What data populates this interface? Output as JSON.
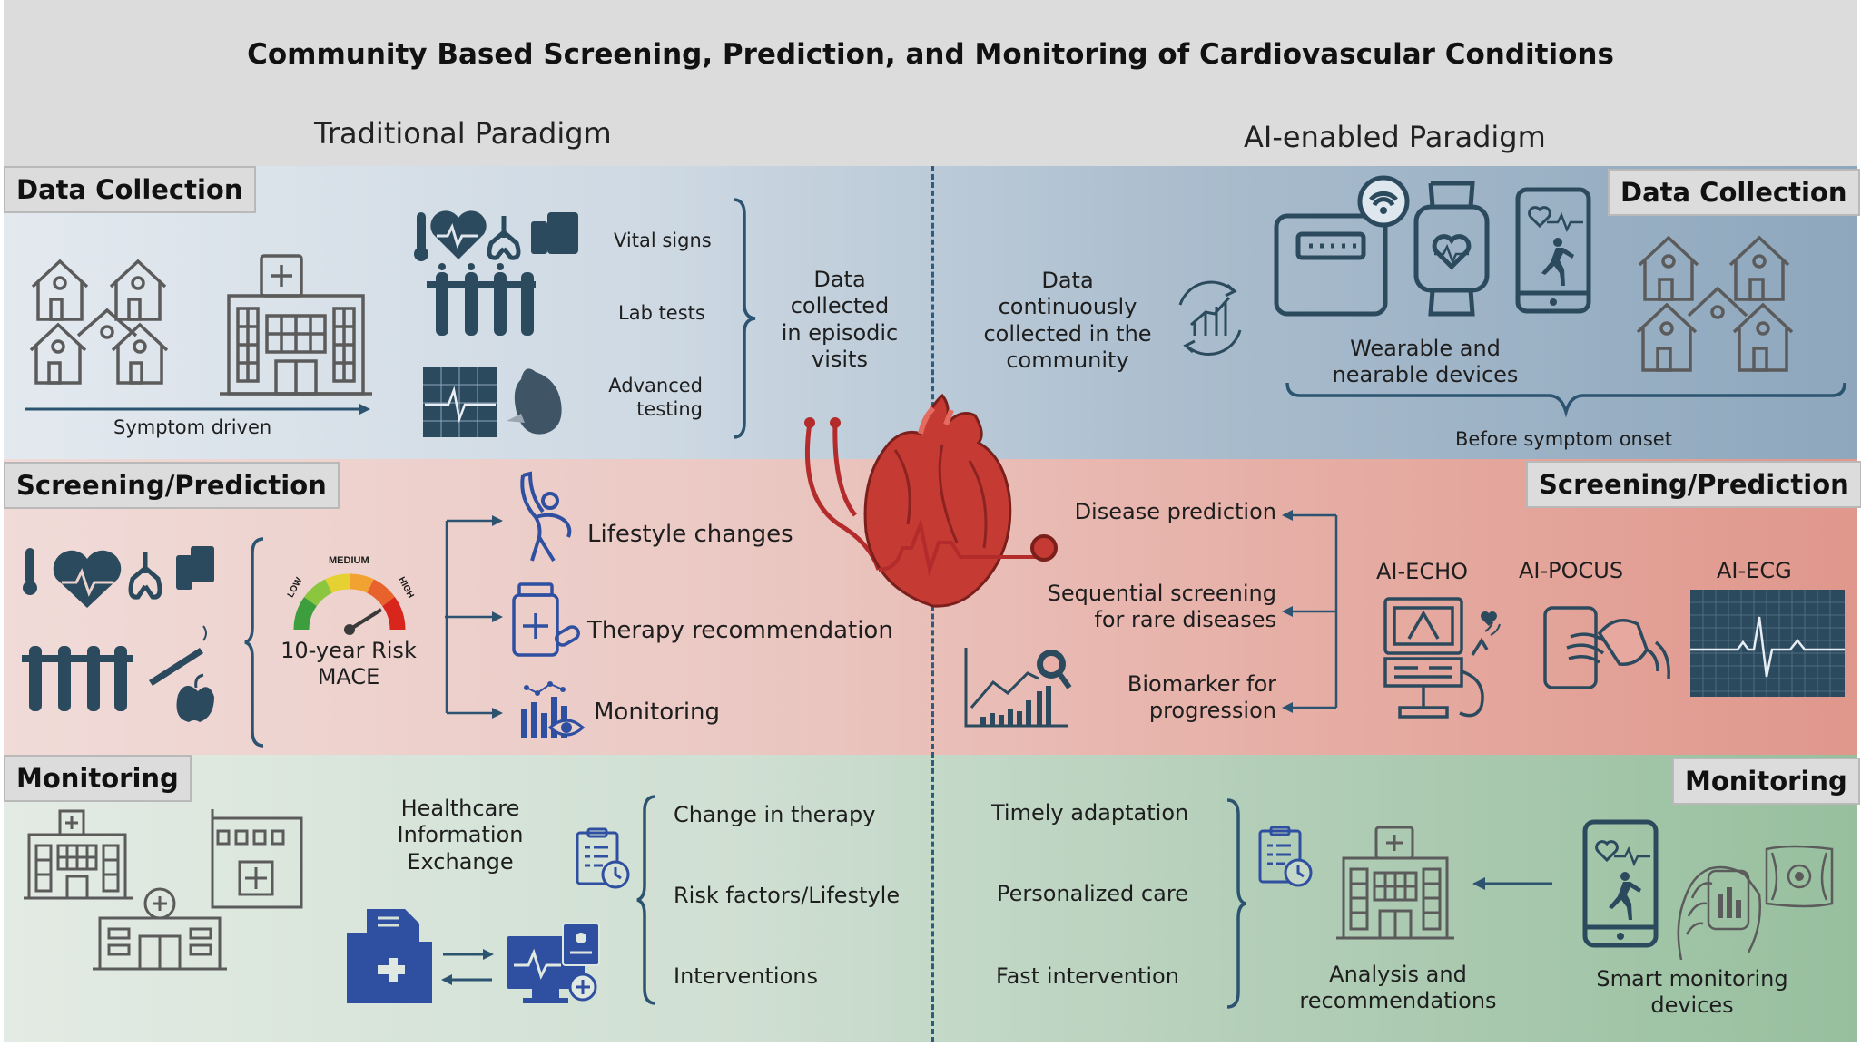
{
  "title": "Community Based Screening, Prediction, and Monitoring of Cardiovascular Conditions",
  "paradigms": {
    "traditional": "Traditional Paradigm",
    "ai": "AI-enabled Paradigm"
  },
  "sections": {
    "data_collection": "Data Collection",
    "screening": "Screening/Prediction",
    "monitoring": "Monitoring"
  },
  "traditional": {
    "data_collection": {
      "symptom_driven": "Symptom driven",
      "vital_signs": "Vital signs",
      "lab_tests": "Lab tests",
      "advanced_testing": "Advanced\ntesting",
      "episodic": "Data\ncollected\nin episodic\nvisits"
    },
    "screening": {
      "gauge_low": "LOW",
      "gauge_medium": "MEDIUM",
      "gauge_high": "HIGH",
      "risk": "10-year Risk\nMACE",
      "lifestyle": "Lifestyle changes",
      "therapy": "Therapy recommendation",
      "monitoring": "Monitoring"
    },
    "monitoring": {
      "hie": "Healthcare\nInformation\nExchange",
      "change_therapy": "Change in therapy",
      "risk_factors": "Risk factors/Lifestyle",
      "interventions": "Interventions"
    }
  },
  "ai": {
    "data_collection": {
      "continuous": "Data\ncontinuously\ncollected in the\ncommunity",
      "wearable": "Wearable and\nnearable devices",
      "before_onset": "Before symptom onset"
    },
    "screening": {
      "disease_prediction": "Disease prediction",
      "sequential": "Sequential screening\nfor rare diseases",
      "biomarker": "Biomarker for\nprogression",
      "ai_echo": "AI-ECHO",
      "ai_pocus": "AI-POCUS",
      "ai_ecg": "AI-ECG"
    },
    "monitoring": {
      "timely": "Timely adaptation",
      "personalized": "Personalized care",
      "fast": "Fast intervention",
      "analysis": "Analysis and\nrecommendations",
      "smart": "Smart monitoring\ndevices"
    }
  },
  "colors": {
    "icon_dark": "#2c4a5e",
    "icon_grey": "#5b5b5b",
    "icon_blue": "#2f4fa0",
    "heart_red": "#c0392b",
    "brace": "#2c5470"
  }
}
